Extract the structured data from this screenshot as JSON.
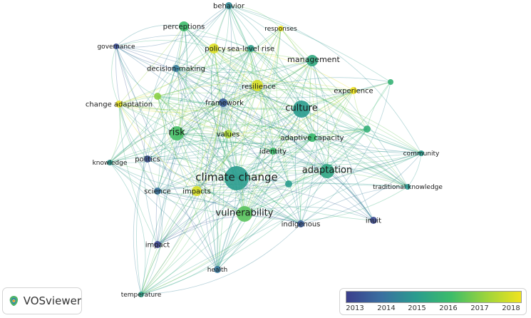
{
  "brand": {
    "name": "VOSviewer"
  },
  "legend": {
    "ticks": [
      "2013",
      "2014",
      "2015",
      "2016",
      "2017",
      "2018"
    ],
    "colors": [
      "#3b3f8c",
      "#3a6fa0",
      "#2a9c8e",
      "#3cbc6a",
      "#9cd43c",
      "#f0e31e"
    ]
  },
  "nodes": [
    {
      "id": "climate-change",
      "label": "climate change",
      "year": 2015.0,
      "weight": 10
    },
    {
      "id": "vulnerability",
      "label": "vulnerability",
      "year": 2016.3,
      "weight": 7
    },
    {
      "id": "adaptation",
      "label": "adaptation",
      "year": 2015.3,
      "weight": 6
    },
    {
      "id": "culture",
      "label": "culture",
      "year": 2015.0,
      "weight": 7
    },
    {
      "id": "risk",
      "label": "risk",
      "year": 2016.1,
      "weight": 6
    },
    {
      "id": "management",
      "label": "management",
      "year": 2015.4,
      "weight": 5
    },
    {
      "id": "resilience",
      "label": "resilience",
      "year": 2017.7,
      "weight": 4
    },
    {
      "id": "framework",
      "label": "framework",
      "year": 2013.6,
      "weight": 4
    },
    {
      "id": "adaptive-capacity",
      "label": "adaptive capacity",
      "year": 2015.9,
      "weight": 4
    },
    {
      "id": "values",
      "label": "values",
      "year": 2017.2,
      "weight": 3
    },
    {
      "id": "identity",
      "label": "identity",
      "year": 2016.0,
      "weight": 3
    },
    {
      "id": "policy",
      "label": "policy",
      "year": 2017.8,
      "weight": 4
    },
    {
      "id": "sea-level-rise",
      "label": "sea-level rise",
      "year": 2015.1,
      "weight": 3
    },
    {
      "id": "perceptions",
      "label": "perceptions",
      "year": 2016.0,
      "weight": 4
    },
    {
      "id": "responses",
      "label": "responses",
      "year": 2018.0,
      "weight": 3
    },
    {
      "id": "behavior",
      "label": "behavior",
      "year": 2014.6,
      "weight": 3
    },
    {
      "id": "governance",
      "label": "governance",
      "year": 2013.3,
      "weight": 3
    },
    {
      "id": "decision-making",
      "label": "decision-making",
      "year": 2014.3,
      "weight": 3
    },
    {
      "id": "change-adaptation",
      "label": "change adaptation",
      "year": 2017.9,
      "weight": 3
    },
    {
      "id": "experience",
      "label": "experience",
      "year": 2018.1,
      "weight": 3
    },
    {
      "id": "community",
      "label": "community",
      "year": 2015.0,
      "weight": 3
    },
    {
      "id": "knowledge",
      "label": "knowledge",
      "year": 2014.9,
      "weight": 3
    },
    {
      "id": "politics",
      "label": "politics",
      "year": 2013.4,
      "weight": 3
    },
    {
      "id": "science",
      "label": "science",
      "year": 2014.1,
      "weight": 3
    },
    {
      "id": "impacts",
      "label": "impacts",
      "year": 2017.7,
      "weight": 4
    },
    {
      "id": "traditional-knowledge",
      "label": "traditional knowledge",
      "year": 2014.9,
      "weight": 3
    },
    {
      "id": "indigenous",
      "label": "indigenous",
      "year": 2013.6,
      "weight": 3
    },
    {
      "id": "inuit",
      "label": "inuit",
      "year": 2013.2,
      "weight": 3
    },
    {
      "id": "impact",
      "label": "impact",
      "year": 2013.1,
      "weight": 3
    },
    {
      "id": "health",
      "label": "health",
      "year": 2014.2,
      "weight": 3
    },
    {
      "id": "temperature",
      "label": "temperature",
      "year": 2015.2,
      "weight": 2
    },
    {
      "id": "unlabeled-1",
      "label": "",
      "year": 2016.8,
      "weight": 2
    },
    {
      "id": "unlabeled-2",
      "label": "",
      "year": 2015.6,
      "weight": 2
    },
    {
      "id": "unlabeled-3",
      "label": "",
      "year": 2015.0,
      "weight": 3
    },
    {
      "id": "unlabeled-4",
      "label": "",
      "year": 2015.7,
      "weight": 2
    }
  ]
}
